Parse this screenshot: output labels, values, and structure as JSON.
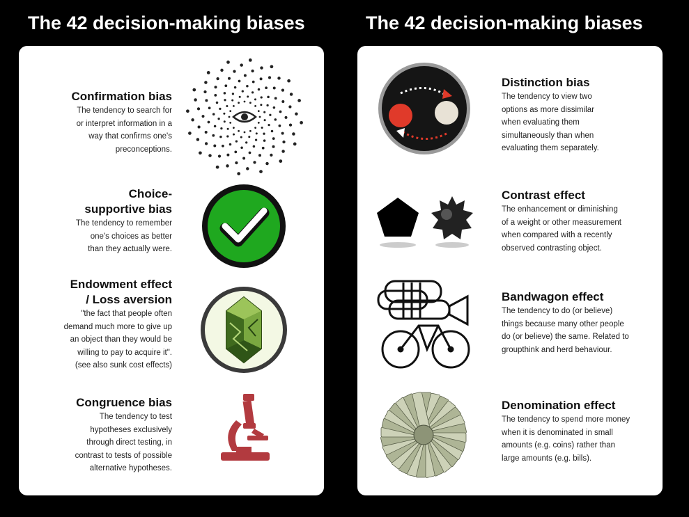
{
  "left_panel": {
    "title": "The 42 decision-making biases",
    "entries": [
      {
        "name": "Confirmation bias",
        "description": "The tendency to search for\nor interpret information in a\nway that confirms one's\npreconceptions.",
        "icon": "spiral-dots-eye-icon"
      },
      {
        "name": "Choice-\nsupportive bias",
        "description": "The tendency to remember\none's choices as better\nthan they actually were.",
        "icon": "green-check-icon"
      },
      {
        "name": "Endowment effect\n/ Loss aversion",
        "description": "\"the fact that people often\ndemand much more to give up\nan object than they would be\nwilling to pay to acquire it\".\n(see also sunk cost effects)",
        "icon": "green-gem-icon"
      },
      {
        "name": "Congruence bias",
        "description": "The tendency to test\nhypotheses exclusively\nthrough direct testing, in\ncontrast to tests of possible\nalternative hypotheses.",
        "icon": "microscope-icon"
      }
    ]
  },
  "right_panel": {
    "title": "The 42 decision-making biases",
    "entries": [
      {
        "name": "Distinction bias",
        "description": "The tendency to view two\noptions as more dissimilar\nwhen evaluating them\nsimultaneously than when\nevaluating them separately.",
        "icon": "two-circles-swap-icon"
      },
      {
        "name": "Contrast effect",
        "description": "The enhancement or diminishing\nof a weight or other measurement\nwhen compared with a recently\nobserved contrasting object.",
        "icon": "pentagon-and-blob-icon"
      },
      {
        "name": "Bandwagon effect",
        "description": "The tendency to do (or believe)\nthings because many other people\ndo (or believe) the same. Related to\ngroupthink and herd behaviour.",
        "icon": "trumpet-bicycle-icon"
      },
      {
        "name": "Denomination effect",
        "description": "The tendency to spend more money\nwhen it is denominated in small\namounts (e.g. coins) rather than\nlarge amounts (e.g. bills).",
        "icon": "banknote-fan-icon"
      }
    ]
  },
  "colors": {
    "background": "#000000",
    "panel": "#ffffff",
    "check_green": "#1fa81f",
    "gem_green": "#6f9a3a",
    "microscope_red": "#b23a3f",
    "distinction_red": "#e03a2a"
  }
}
